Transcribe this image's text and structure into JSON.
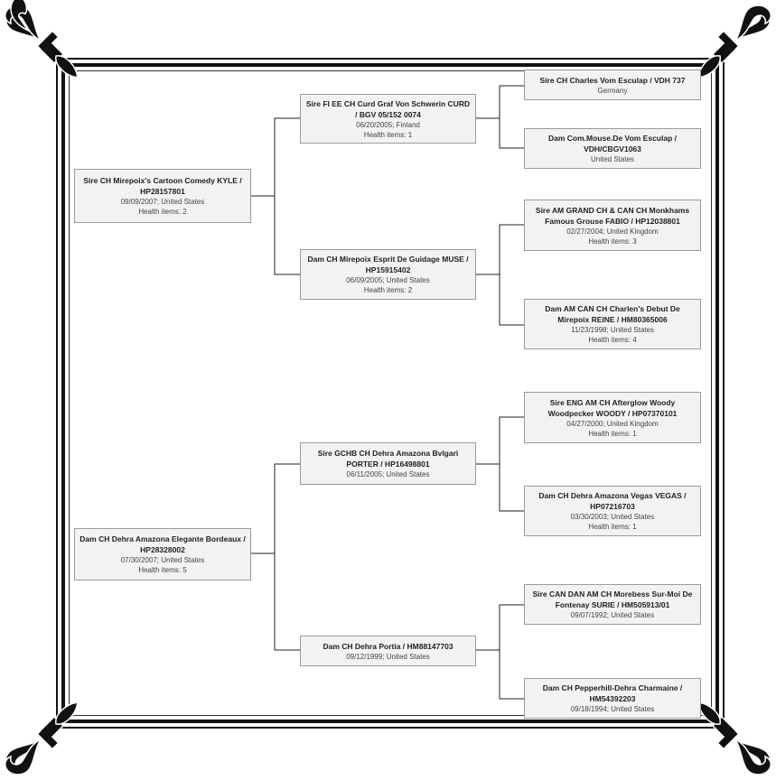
{
  "pedigree": {
    "gen1": [
      {
        "name": "Sire CH Mirepoix's Cartoon Comedy KYLE / HP28157801",
        "info": "09/09/2007; United States",
        "health": "Health items: 2"
      },
      {
        "name": "Dam CH Dehra Amazona Elegante Bordeaux / HP28328002",
        "info": "07/30/2007; United States",
        "health": "Health items: 5"
      }
    ],
    "gen2": [
      {
        "name": "Sire FI EE CH Curd Graf Von Schwerin CURD / BGV 05/152 0074",
        "info": "06/20/2005; Finland",
        "health": "Health items: 1"
      },
      {
        "name": "Dam CH Mirepoix Esprit De Guidage MUSE / HP15915402",
        "info": "06/09/2005; United States",
        "health": "Health items: 2"
      },
      {
        "name": "Sire GCHB CH Dehra Amazona Bvlgari PORTER / HP16498801",
        "info": "06/11/2005; United States",
        "health": ""
      },
      {
        "name": "Dam CH Dehra Portia / HM88147703",
        "info": "09/12/1999; United States",
        "health": ""
      }
    ],
    "gen3": [
      {
        "name": "Sire CH Charles Vom Esculap / VDH 737",
        "info": "Germany",
        "health": ""
      },
      {
        "name": "Dam Com.Mouse.De Vom Esculap / VDH/CBGV1063",
        "info": "United States",
        "health": ""
      },
      {
        "name": "Sire AM GRAND CH & CAN CH Monkhams Famous Grouse FABIO / HP12038801",
        "info": "02/27/2004; United Kingdom",
        "health": "Health items: 3"
      },
      {
        "name": "Dam AM CAN CH Charlen's Debut De Mirepoix REINE / HM80365006",
        "info": "11/23/1998; United States",
        "health": "Health items: 4"
      },
      {
        "name": "Sire ENG AM CH Afterglow Woody Woodpecker WOODY / HP07370101",
        "info": "04/27/2000; United Kingdom",
        "health": "Health items: 1"
      },
      {
        "name": "Dam CH Dehra Amazona Vegas VEGAS / HP07216703",
        "info": "03/30/2003; United States",
        "health": "Health items: 1"
      },
      {
        "name": "Sire CAN DAN AM CH Morebess Sur-Moi De Fontenay SURIE / HM505913/01",
        "info": "09/07/1992; United States",
        "health": ""
      },
      {
        "name": "Dam CH Pepperhill-Dehra Charmaine / HM54392203",
        "info": "09/18/1994; United States",
        "health": ""
      }
    ]
  },
  "icons": [
    "fleur-de-lis-icon"
  ]
}
